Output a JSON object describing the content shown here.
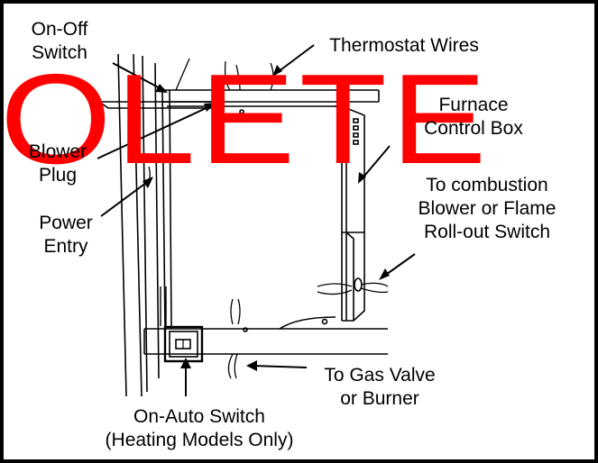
{
  "labels": {
    "on_off_switch": [
      "On-Off",
      "Switch"
    ],
    "thermostat_wires": "Thermostat Wires",
    "furnace_control_box": [
      "Furnace",
      "Control Box"
    ],
    "blower_plug": [
      "Blower",
      "Plug"
    ],
    "power_entry": [
      "Power",
      "Entry"
    ],
    "to_combustion": [
      "To combustion",
      "Blower or Flame",
      "Roll-out Switch"
    ],
    "to_gas_valve": [
      "To Gas Valve",
      "or Burner"
    ],
    "on_auto_switch": [
      "On-Auto Switch",
      "(Heating Models Only)"
    ]
  },
  "stamp_text": "OLETE",
  "colors": {
    "line": "#000000",
    "stamp": "#ff0000",
    "background": "#ffffff"
  }
}
